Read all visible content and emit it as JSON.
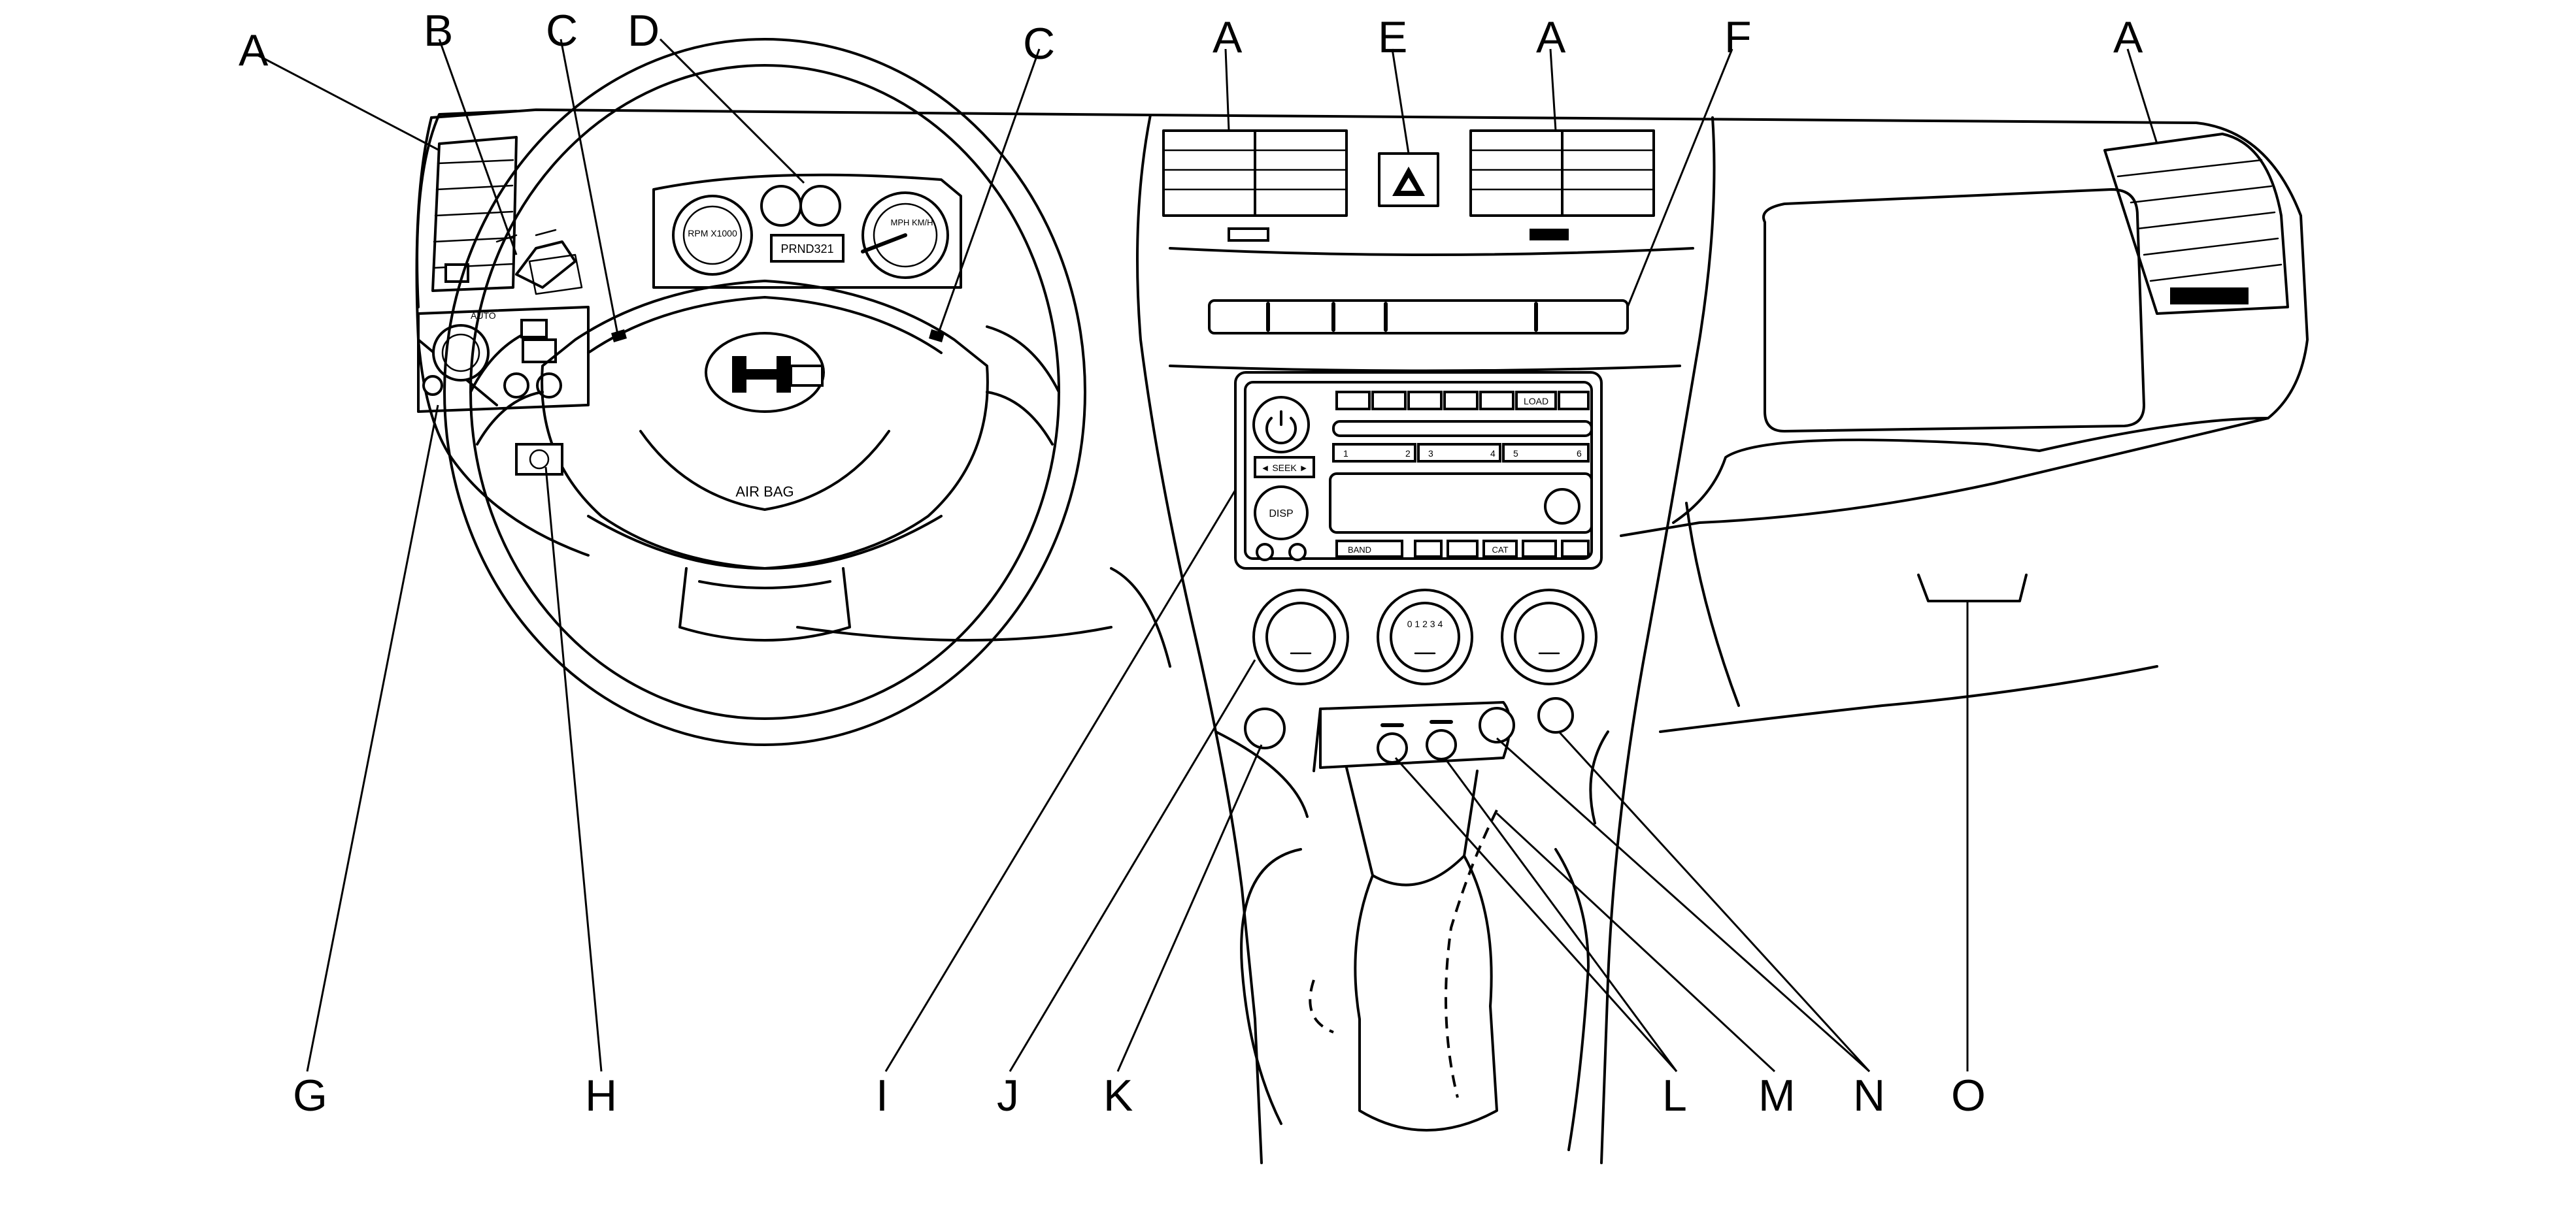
{
  "callouts": {
    "a_left": "A",
    "b": "B",
    "c_left": "C",
    "d": "D",
    "c_right": "C",
    "a_center_left": "A",
    "e": "E",
    "a_center_right": "A",
    "f": "F",
    "a_right": "A",
    "g": "G",
    "h": "H",
    "i": "I",
    "j": "J",
    "k": "K",
    "l": "L",
    "m": "M",
    "n": "N",
    "o": "O"
  },
  "steering_wheel": {
    "airbag_label": "AIR BAG"
  },
  "cluster": {
    "gear_indicator": "PRND321",
    "tach_label": "RPM\nX1000",
    "speedo_label": "MPH\nKM/H"
  },
  "radio": {
    "load_label": "LOAD",
    "seek_label": "◄ SEEK ►",
    "disp_label": "DISP",
    "band_label": "BAND",
    "cat_label": "CAT",
    "preset_labels": [
      "1",
      "2",
      "3",
      "4",
      "5",
      "6"
    ]
  },
  "climate": {
    "fan_speeds": "0 1 2 3 4"
  },
  "lights": {
    "auto_label": "AUTO"
  },
  "colors": {
    "line": "#000000",
    "background": "#ffffff"
  }
}
